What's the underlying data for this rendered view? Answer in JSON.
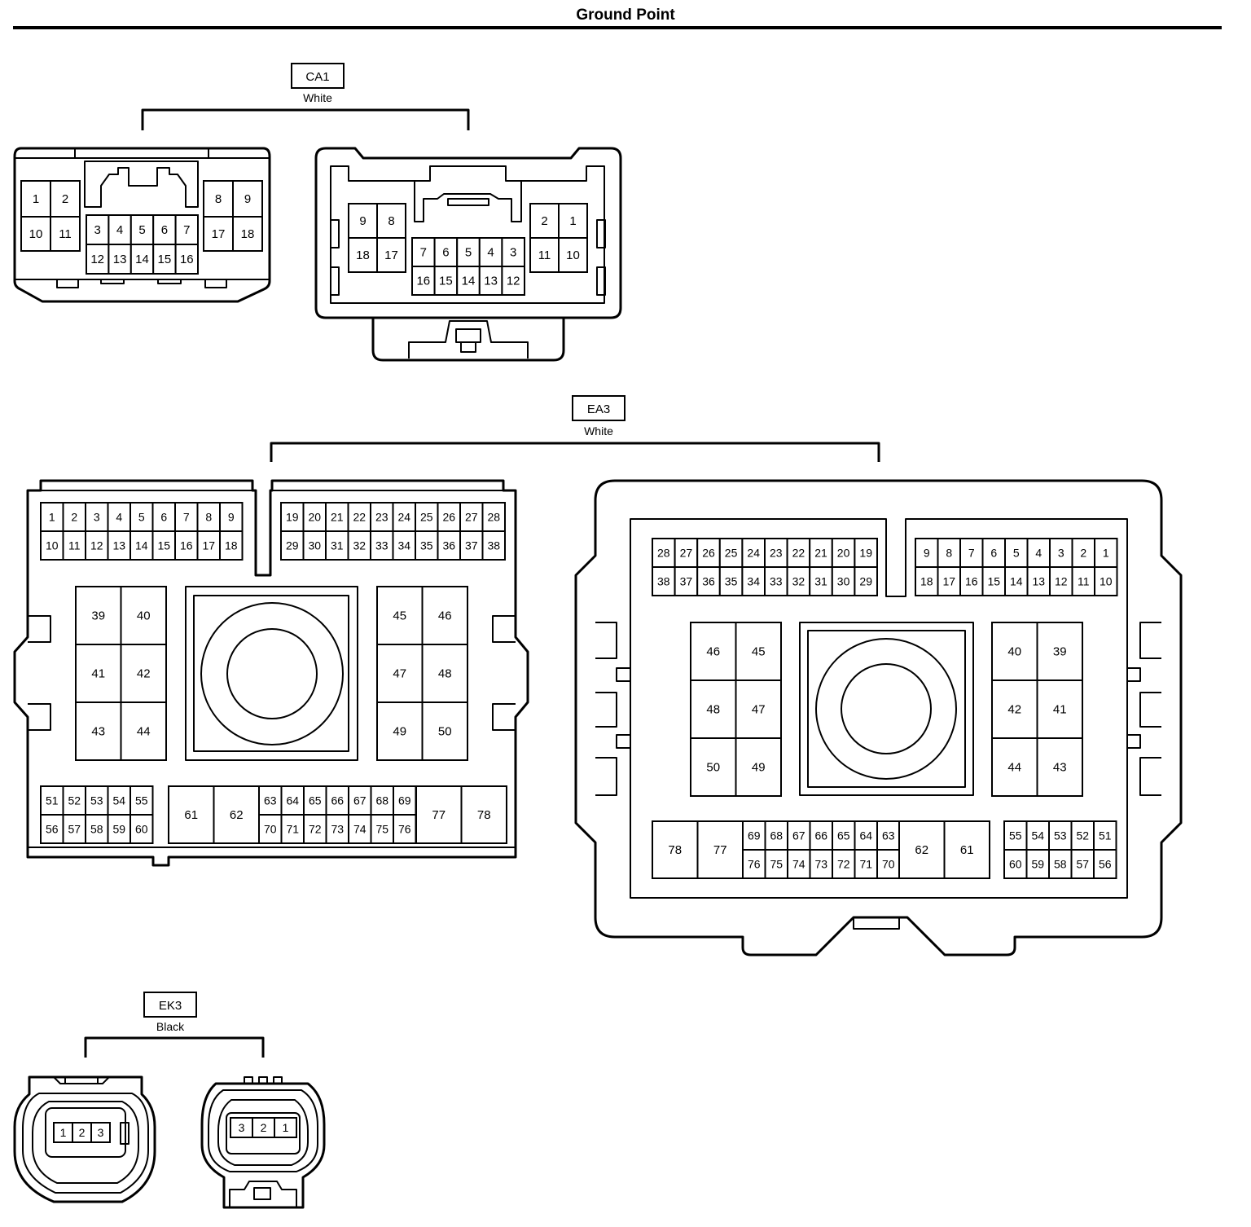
{
  "title": "Ground Point",
  "connectors": [
    {
      "code": "CA1",
      "color": "White"
    },
    {
      "code": "EA3",
      "color": "White"
    },
    {
      "code": "EK3",
      "color": "Black"
    }
  ],
  "pins": {
    "ca1_left": [
      "1",
      "2",
      "10",
      "11",
      "3",
      "4",
      "5",
      "6",
      "7",
      "12",
      "13",
      "14",
      "15",
      "16",
      "8",
      "9",
      "17",
      "18"
    ],
    "ca1_right": [
      "9",
      "8",
      "18",
      "17",
      "7",
      "6",
      "5",
      "4",
      "3",
      "16",
      "15",
      "14",
      "13",
      "12",
      "2",
      "1",
      "11",
      "10"
    ],
    "ea3_left": {
      "top_a1": [
        "1",
        "2",
        "3",
        "4",
        "5",
        "6",
        "7",
        "8",
        "9"
      ],
      "top_a2": [
        "10",
        "11",
        "12",
        "13",
        "14",
        "15",
        "16",
        "17",
        "18"
      ],
      "top_b1": [
        "19",
        "20",
        "21",
        "22",
        "23",
        "24",
        "25",
        "26",
        "27",
        "28"
      ],
      "top_b2": [
        "29",
        "30",
        "31",
        "32",
        "33",
        "34",
        "35",
        "36",
        "37",
        "38"
      ],
      "big_left": [
        "39",
        "40",
        "41",
        "42",
        "43",
        "44"
      ],
      "big_right": [
        "45",
        "46",
        "47",
        "48",
        "49",
        "50"
      ],
      "bot_a1": [
        "51",
        "52",
        "53",
        "54",
        "55"
      ],
      "bot_a2": [
        "56",
        "57",
        "58",
        "59",
        "60"
      ],
      "bot_big_left": [
        "61",
        "62"
      ],
      "bot_b1": [
        "63",
        "64",
        "65",
        "66",
        "67",
        "68",
        "69"
      ],
      "bot_b2": [
        "70",
        "71",
        "72",
        "73",
        "74",
        "75",
        "76"
      ],
      "bot_big_right": [
        "77",
        "78"
      ]
    },
    "ea3_right": {
      "top_a1": [
        "28",
        "27",
        "26",
        "25",
        "24",
        "23",
        "22",
        "21",
        "20",
        "19"
      ],
      "top_a2": [
        "38",
        "37",
        "36",
        "35",
        "34",
        "33",
        "32",
        "31",
        "30",
        "29"
      ],
      "top_b1": [
        "9",
        "8",
        "7",
        "6",
        "5",
        "4",
        "3",
        "2",
        "1"
      ],
      "top_b2": [
        "18",
        "17",
        "16",
        "15",
        "14",
        "13",
        "12",
        "11",
        "10"
      ],
      "big_left": [
        "46",
        "45",
        "48",
        "47",
        "50",
        "49"
      ],
      "big_right": [
        "40",
        "39",
        "42",
        "41",
        "44",
        "43"
      ],
      "bot_big_left": [
        "78",
        "77"
      ],
      "bot_b1": [
        "69",
        "68",
        "67",
        "66",
        "65",
        "64",
        "63"
      ],
      "bot_b2": [
        "76",
        "75",
        "74",
        "73",
        "72",
        "71",
        "70"
      ],
      "bot_big_right": [
        "62",
        "61"
      ],
      "bot_a1": [
        "55",
        "54",
        "53",
        "52",
        "51"
      ],
      "bot_a2": [
        "60",
        "59",
        "58",
        "57",
        "56"
      ]
    },
    "ek3_left": [
      "1",
      "2",
      "3"
    ],
    "ek3_right": [
      "3",
      "2",
      "1"
    ]
  }
}
